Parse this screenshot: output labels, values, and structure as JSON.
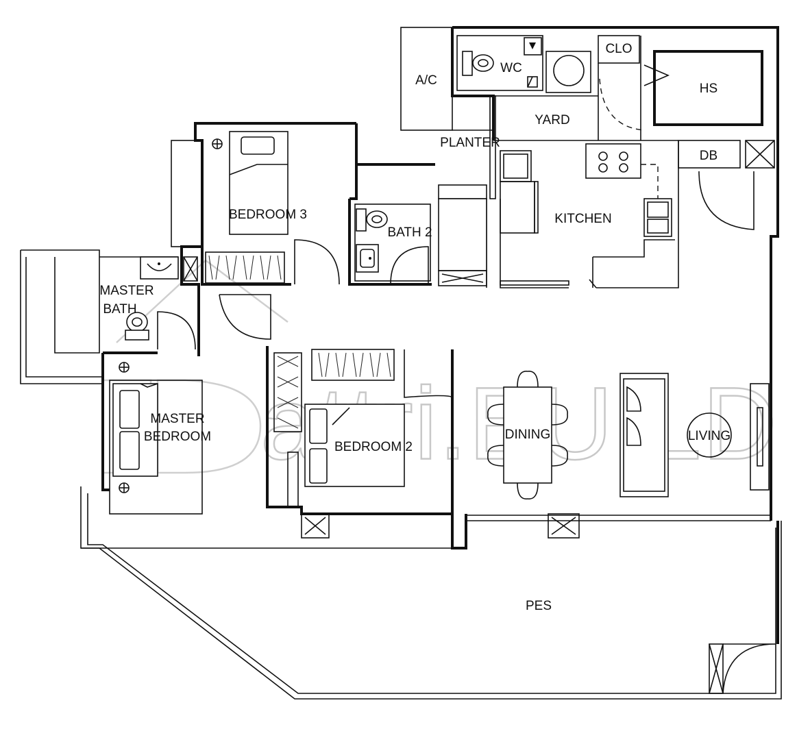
{
  "rooms": {
    "ac": "A/C",
    "wc": "WC",
    "clo": "CLO",
    "hs": "HS",
    "yard": "YARD",
    "planter": "PLANTER",
    "db": "DB",
    "bedroom3": "BEDROOM 3",
    "bath2": "BATH 2",
    "kitchen": "KITCHEN",
    "master_bath_line1": "MASTER",
    "master_bath_line2": "BATH",
    "master_bedroom_line1": "MASTER",
    "master_bedroom_line2": "BEDROOM",
    "bedroom2": "BEDROOM 2",
    "dining": "DINING",
    "living": "LIVING",
    "pes": "PES"
  },
  "watermark": {
    "text": "attri.BUILD",
    "logo": "house-logo"
  }
}
